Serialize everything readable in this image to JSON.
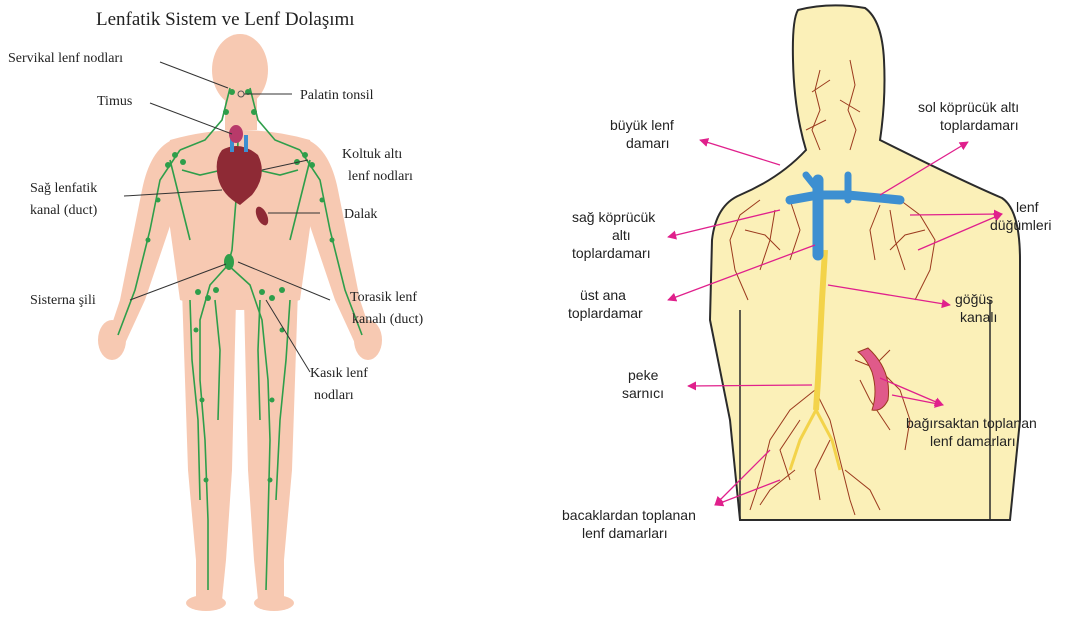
{
  "left": {
    "title": "Lenfatik Sistem ve Lenf Dolaşımı",
    "labels": {
      "servikal": "Servikal lenf nodları",
      "palatin": "Palatin tonsil",
      "timus": "Timus",
      "koltuk1": "Koltuk altı",
      "koltuk2": "lenf nodları",
      "sag1": "Sağ lenfatik",
      "sag2": "kanal (duct)",
      "dalak": "Dalak",
      "sisterna": "Sisterna şili",
      "torasik1": "Torasik lenf",
      "torasik2": "kanalı (duct)",
      "kasik1": "Kasık lenf",
      "kasik2": "nodları"
    }
  },
  "right": {
    "labels": {
      "buyuk1": "büyük lenf",
      "buyuk2": "damarı",
      "sol1": "sol köprücük altı",
      "sol2": "toplardamarı",
      "sagk1": "sağ köprücük",
      "sagk2": "altı",
      "sagk3": "toplardamarı",
      "lenf1": "lenf",
      "lenf2": "düğümleri",
      "ust1": "üst ana",
      "ust2": "toplardamar",
      "gogus1": "göğüs",
      "gogus2": "kanalı",
      "peke1": "peke",
      "peke2": "sarnıcı",
      "bagir1": "bağırsaktan toplanan",
      "bagir2": "lenf damarları",
      "bacak1": "bacaklardan toplanan",
      "bacak2": "lenf damarları"
    }
  },
  "colors": {
    "skin": "#f7c9b2",
    "lymph_green": "#2e9e4a",
    "heart": "#8e2a35",
    "body_yellow": "#fbf0b8",
    "outline": "#2b2b2b",
    "vessel_brown": "#9b3a1e",
    "duct_yellow": "#f3d34a",
    "vein_blue": "#3d8fd1",
    "arrow_magenta": "#e0208c",
    "intestine": "#e05a8a"
  }
}
